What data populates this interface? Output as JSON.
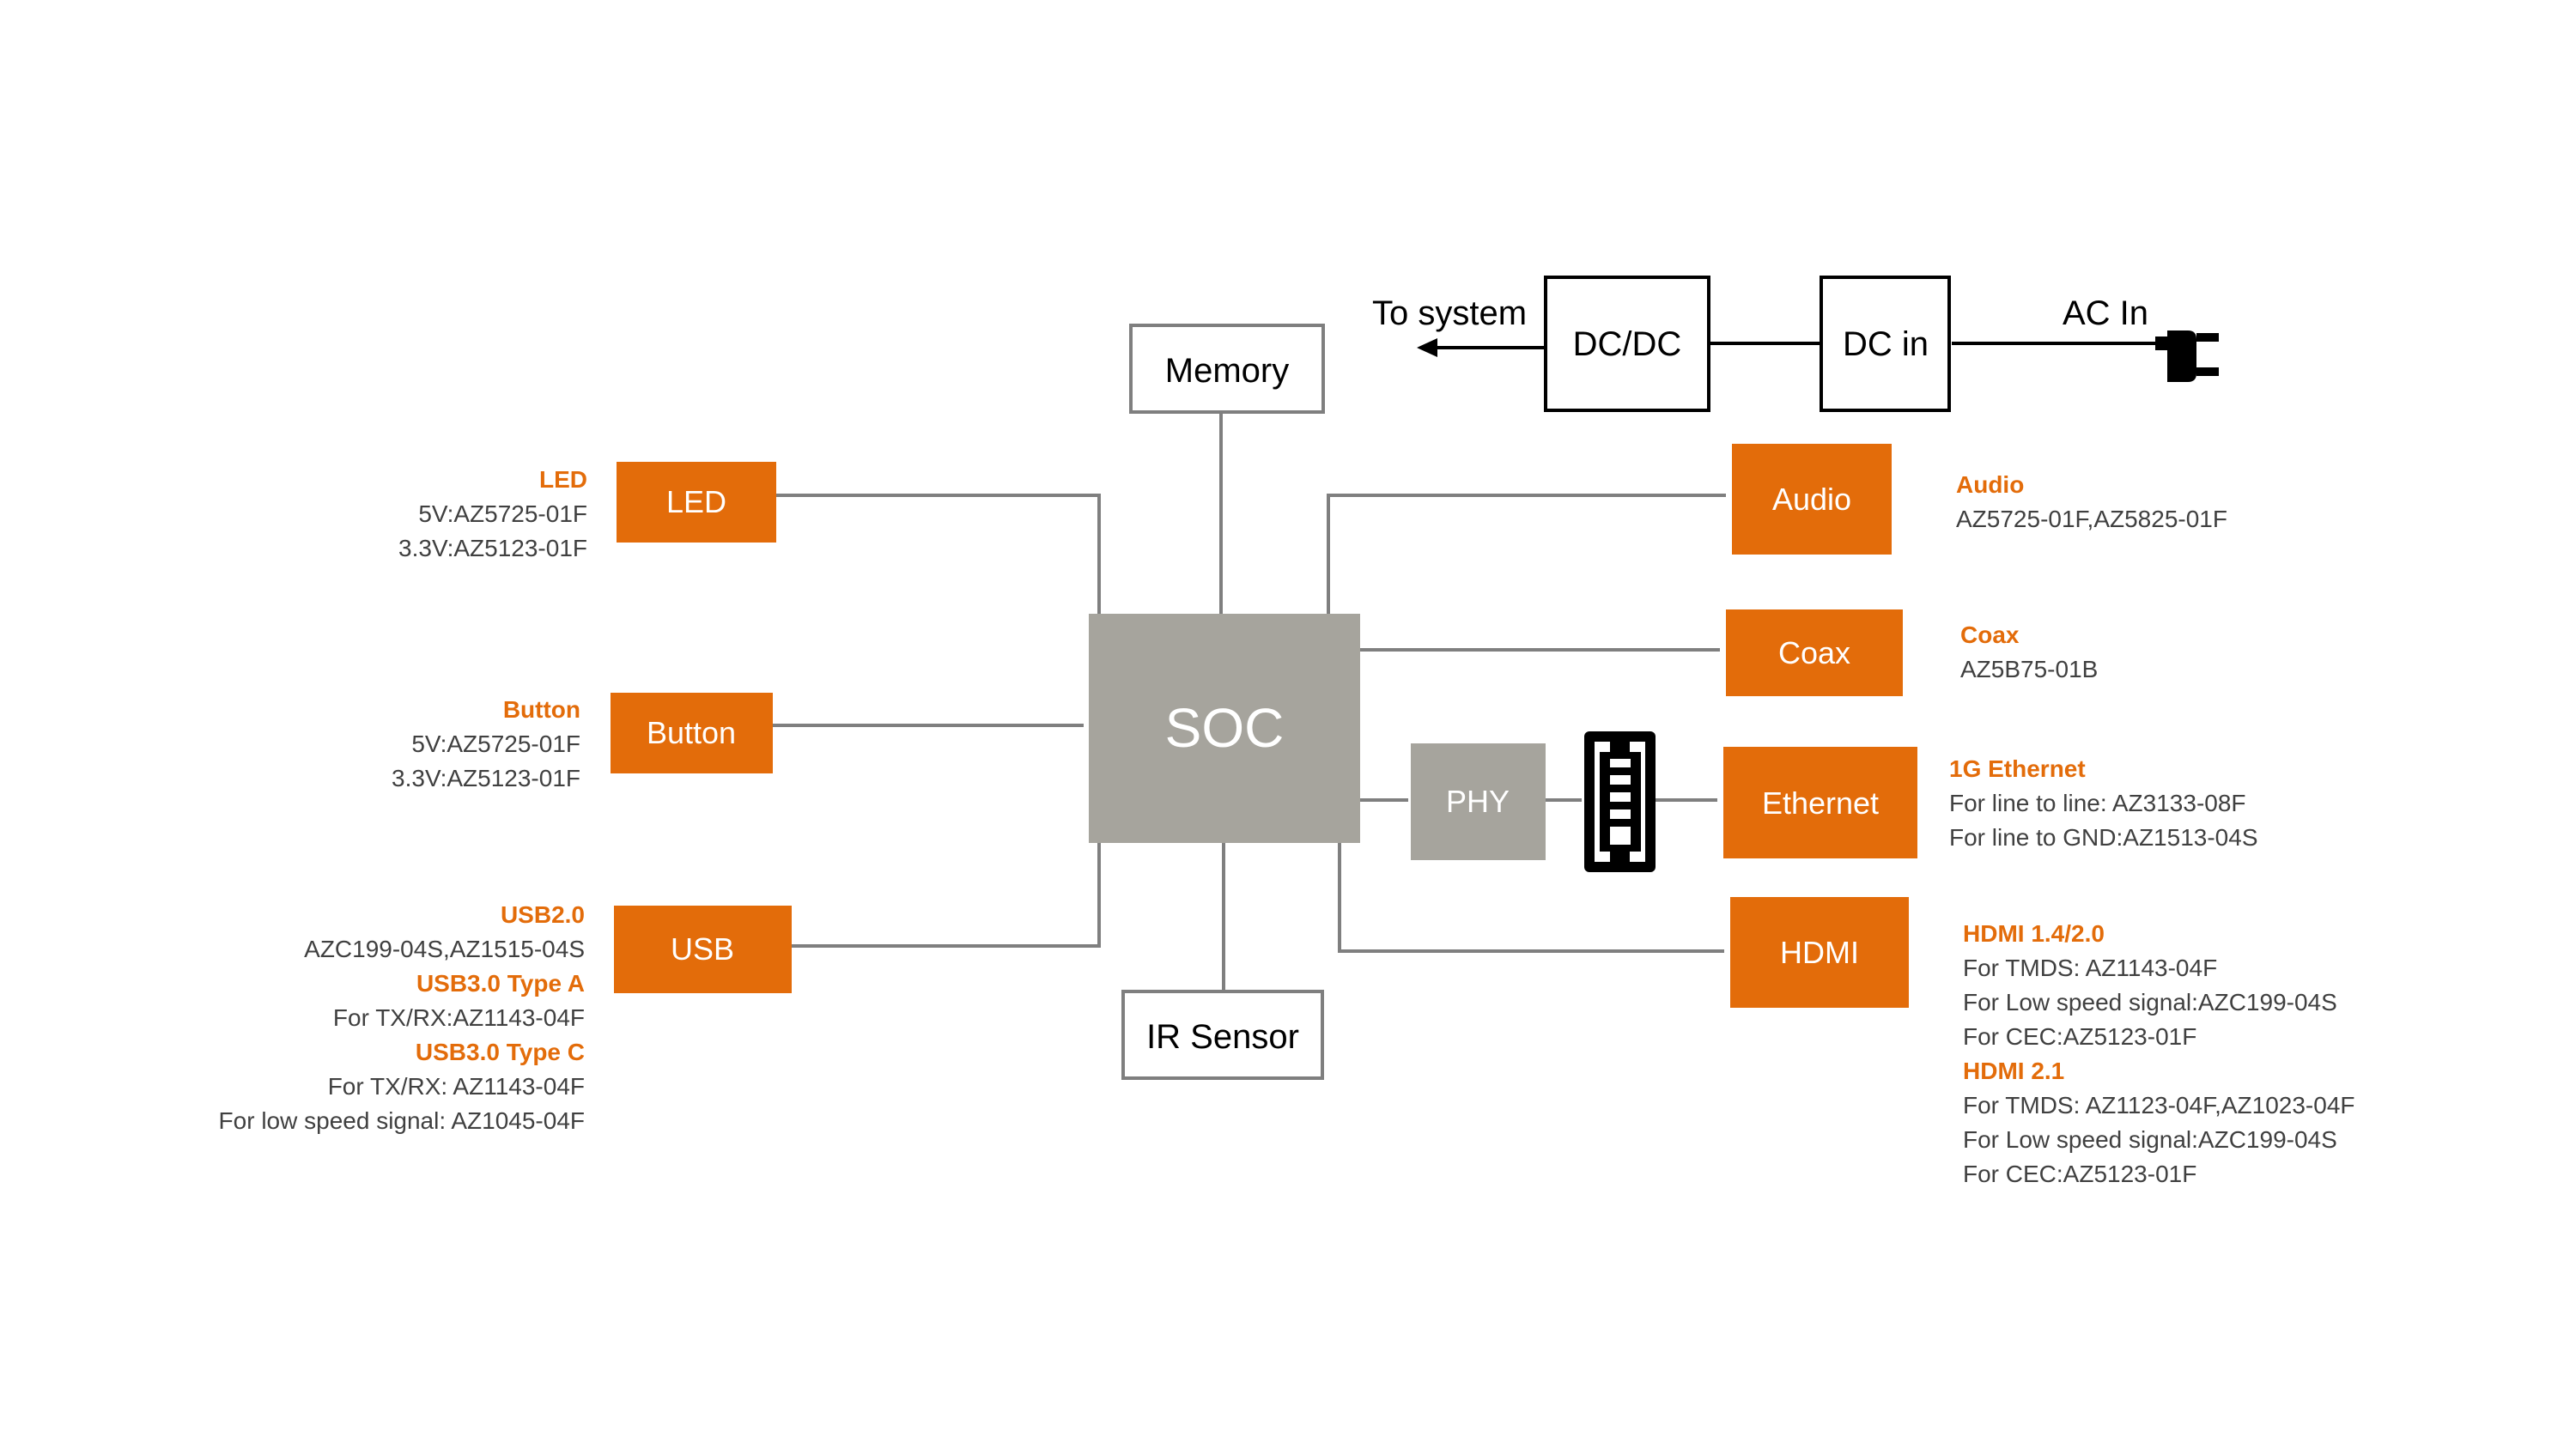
{
  "blocks": {
    "soc": "SOC",
    "memory": "Memory",
    "ir_sensor": "IR Sensor",
    "phy": "PHY",
    "led": "LED",
    "button": "Button",
    "usb": "USB",
    "audio": "Audio",
    "coax": "Coax",
    "ethernet": "Ethernet",
    "hdmi": "HDMI",
    "dcdc": "DC/DC",
    "dcin": "DC in"
  },
  "power": {
    "to_system": "To system",
    "ac_in": "AC In"
  },
  "notes": {
    "led": {
      "title": "LED",
      "lines": [
        "5V:AZ5725-01F",
        "3.3V:AZ5123-01F"
      ]
    },
    "button": {
      "title": "Button",
      "lines": [
        "5V:AZ5725-01F",
        "3.3V:AZ5123-01F"
      ]
    },
    "usb": {
      "title1": "USB2.0",
      "line1": "AZC199-04S,AZ1515-04S",
      "title2": "USB3.0 Type A",
      "line2": "For TX/RX:AZ1143-04F",
      "title3": "USB3.0 Type C",
      "line3a": "For TX/RX: AZ1143-04F",
      "line3b": "For low speed signal: AZ1045-04F"
    },
    "audio": {
      "title": "Audio",
      "lines": [
        "AZ5725-01F,AZ5825-01F"
      ]
    },
    "coax": {
      "title": "Coax",
      "lines": [
        "AZ5B75-01B"
      ]
    },
    "ethernet": {
      "title": "1G Ethernet",
      "lines": [
        "For line to line: AZ3133-08F",
        "For line to GND:AZ1513-04S"
      ]
    },
    "hdmi": {
      "title1": "HDMI 1.4/2.0",
      "lines1": [
        "For TMDS: AZ1143-04F",
        "For Low speed signal:AZC199-04S",
        "For CEC:AZ5123-01F"
      ],
      "title2": "HDMI 2.1",
      "lines2": [
        "For TMDS: AZ1123-04F,AZ1023-04F",
        "For Low speed signal:AZC199-04S",
        "For CEC:AZ5123-01F"
      ]
    }
  },
  "colors": {
    "accent_orange": "#E36C0A",
    "soc_grey": "#A6A49D",
    "connector_grey": "#7F7F7F",
    "note_text": "#404040"
  }
}
